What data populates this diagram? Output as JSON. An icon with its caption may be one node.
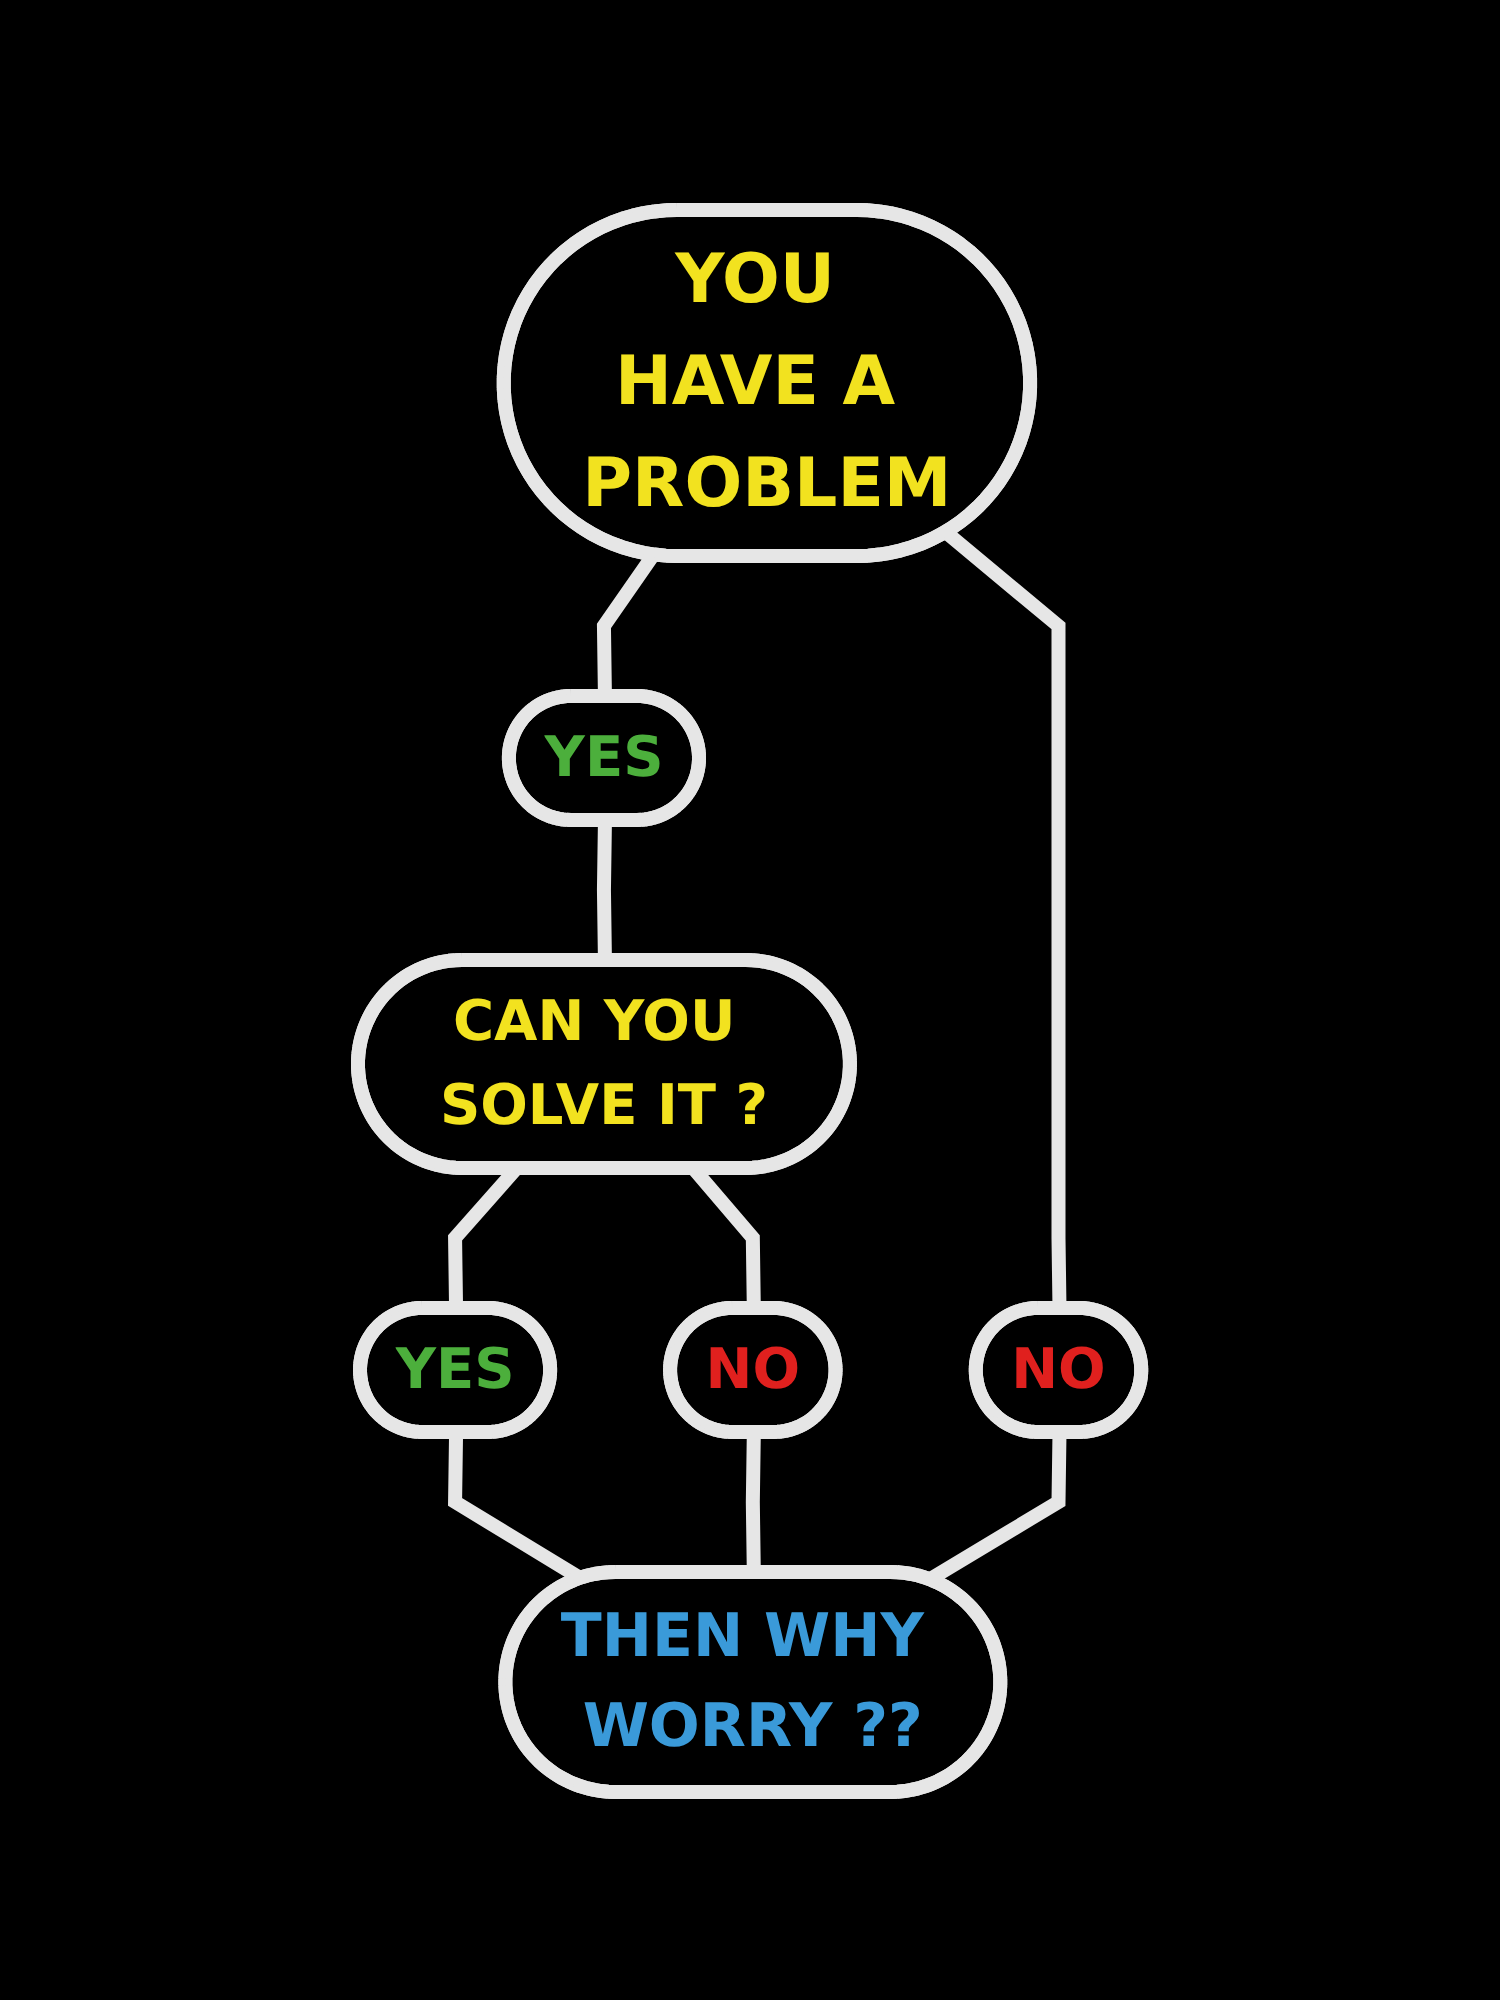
{
  "diagram": {
    "nodes": [
      {
        "text": [
          "YOU HAVE A PROBLEM"
        ]
      },
      {
        "text": [
          "YES"
        ]
      },
      {
        "text": [
          "NO"
        ]
      },
      {
        "text": [
          "CAN YOU SOLVE IT ?"
        ]
      },
      {
        "text": [
          "YES"
        ]
      },
      {
        "text": [
          "NO"
        ]
      },
      {
        "text": [
          "THEN WHY WORRY ??"
        ]
      }
    ],
    "edges": [
      {
        "from": 0,
        "to": 1,
        "arrow": "none"
      },
      {
        "from": 0,
        "to": 2,
        "arrow": "none"
      },
      {
        "from": 1,
        "to": 3,
        "arrow": "none"
      },
      {
        "from": 3,
        "to": 4,
        "arrow": "none"
      },
      {
        "from": 3,
        "to": 5,
        "arrow": "none"
      },
      {
        "from": 4,
        "to": 6,
        "arrow": "none"
      },
      {
        "from": 5,
        "to": 6,
        "arrow": "none"
      },
      {
        "from": 2,
        "to": 6,
        "arrow": "none"
      }
    ]
  }
}
